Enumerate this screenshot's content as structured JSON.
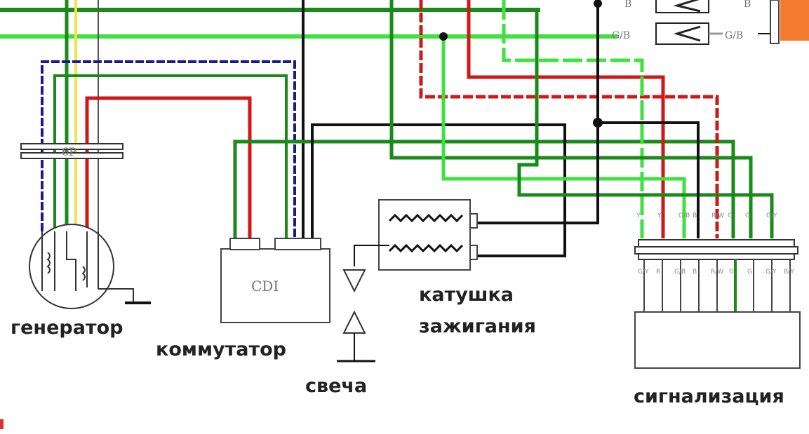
{
  "components": {
    "generator": "генератор",
    "commutator": "коммутатор",
    "cdi": "CDI",
    "spark_plug": "свеча",
    "coil_line1": "катушка",
    "coil_line2": "зажигания",
    "alarm": "сигнализация",
    "connector_6p": "6P"
  },
  "wire_labels": {
    "top_b_left": "B",
    "top_b_right": "B",
    "top_gb_left": "G/B",
    "top_gb_right": "G/B"
  },
  "alarm_pins_top": [
    "Y",
    "Y",
    "G/B",
    "B",
    "R/W",
    "G",
    "G",
    "G/Y"
  ],
  "alarm_pins_bottom": [
    "G/Y",
    "R",
    "G/B",
    "B",
    "R/W",
    "G",
    "G",
    "G/Y",
    "B/Y"
  ],
  "colors": {
    "black": "#111111",
    "green": "#1a8a1a",
    "light_green": "#3fe03f",
    "red": "#d01818",
    "blue": "#1a1a90",
    "yellow": "#e8e84a",
    "orange": "#f47a30"
  }
}
